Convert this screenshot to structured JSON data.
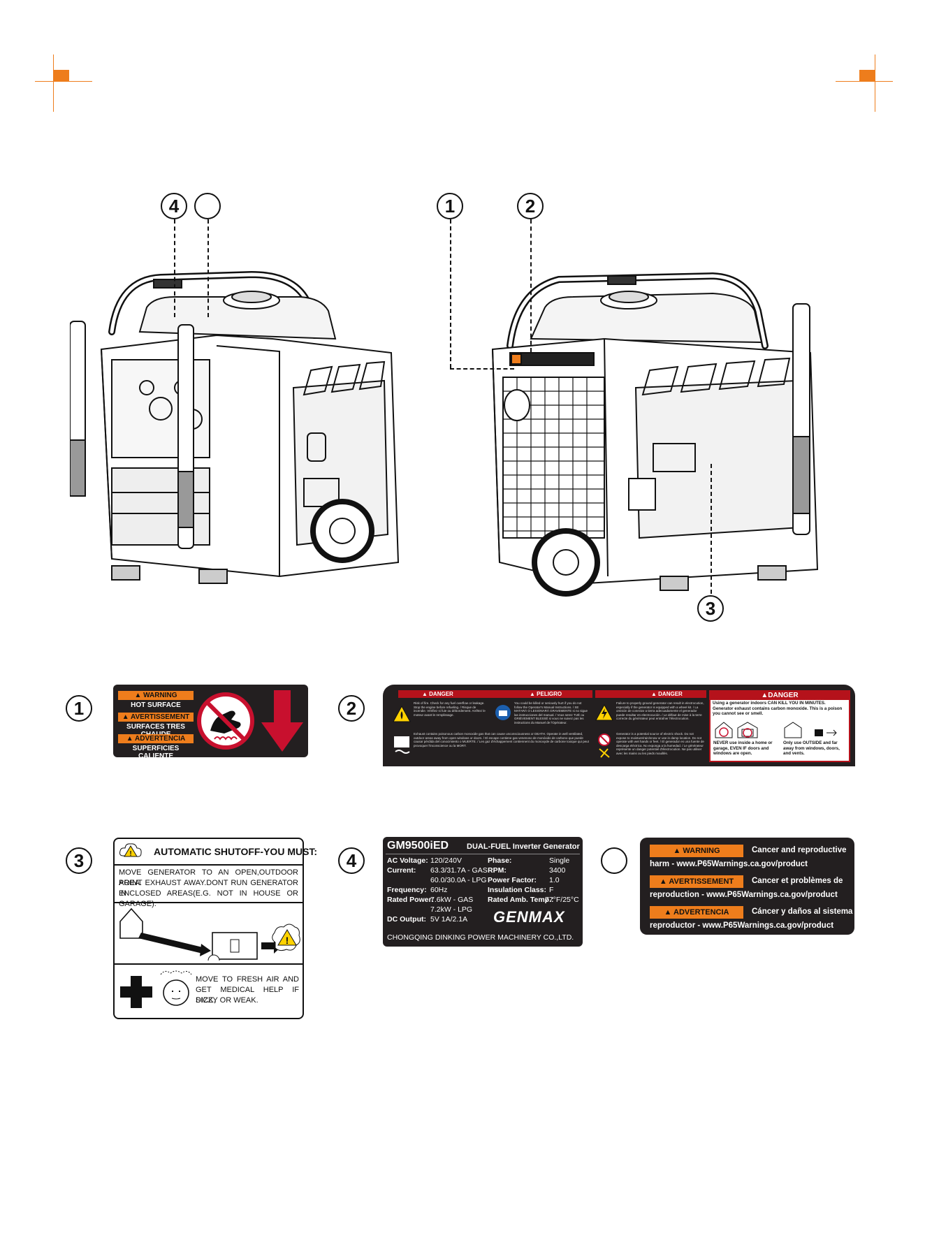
{
  "callouts": {
    "top_left_4": "4",
    "top_left_blank": "",
    "top_right_1": "1",
    "top_right_2": "2",
    "bottom_3": "3",
    "label1": "1",
    "label2": "2",
    "label3": "3",
    "label4": "4",
    "label5": ""
  },
  "label1": {
    "warning": "WARNING",
    "hot_surface": "HOT SURFACE",
    "avertissement": "AVERTISSEMENT",
    "surfaces": "SURFACES TRES CHAUDE",
    "advertencia": "ADVERTENCIA",
    "superficies": "SUPERFICIES CALIENTE"
  },
  "label2": {
    "danger_1": "DANGER",
    "peligro": "PELIGRO",
    "danger_2": "DANGER",
    "box_title": "DANGER",
    "box_line1": "Using a generator indoors CAN KILL YOU IN MINUTES.",
    "box_line2": "Generator exhaust contains carbon monoxide. This is a poison you cannot see or smell.",
    "never": "NEVER use inside a home or garage, EVEN IF doors and windows are open.",
    "only": "Only use OUTSIDE and far away from windows, doors, and vents.",
    "fire_text": "Risk of fire. Check for any fuel overflow or leakage. Stop the engine before refueling. / Risque de incendie. Vérifiez si fuie ou débordement. Arrêtez le moteur avant le remplissage.",
    "manual_text": "You could be killed or seriously hurt if you do not follow the Operator's Manual Instructions. / SE MATARÁ O LESIONARÁ GRAVEMENTE si no sigue las instrucciones del manual. / Vous serez TUÉ ou GRIÈVEMENT BLESSÉ si vous ne suivez pas les instructions du Manuel de l'Opérateur.",
    "ground_text": "Failure to properly ground generator can result in electrocution, especially if the generator is equipped with a wheel kit. / La omisión de conectar a tierra adecuadamente el generador puede resultar en electrocución. / Le défaut de mise à la terre correcte du générateur peut entraîner l'électrocution.",
    "exhaust_text": "Exhaust contains poisonous carbon monoxide gas that can cause unconsciousness or DEATH. Operate in well ventilated, outdoor areas away from open windows or doors. / El escape contiene gas venenoso de monóxido de carbono que puede causar pérdida del conocimiento o MUERTE. / Les gaz d'échappement contiennent du monoxyde de carbone toxique qui peut provoquer l'inconscience ou la MORT.",
    "shock_text": "Generator is a potential source of electric shock. Do not expose to moisture/rain/snow or use in damp location. Do not operate with wet hands or feet. / El generador es una fuente de descarga eléctrica. No exponga a la humedad. / Le générateur représente un danger potentiel d'électrocution. Ne pas utiliser avec les mains ou les pieds mouillés."
  },
  "label3": {
    "title": "AUTOMATIC SHUTOFF-YOU MUST:",
    "line1": "MOVE GENERATOR TO AN OPEN,OUTDOOR AREA.",
    "line2": "POINT EXHAUST AWAY.DONT RUN GENERATOR IN",
    "line3": "ENCLOSED AREAS(E.G. NOT IN HOUSE OR GARAGE).",
    "line4": "MOVE TO FRESH AIR AND",
    "line5": "GET MEDICAL HELP IF SICK,",
    "line6": "DIZZY OR WEAK."
  },
  "label4": {
    "model": "GM9500iED",
    "subtitle": "DUAL-FUEL Inverter Generator",
    "k_ac_voltage": "AC Voltage:",
    "v_ac_voltage": "120/240V",
    "k_current": "Current:",
    "v_current": "63.3/31.7A - GAS",
    "v_current2": "60.0/30.0A - LPG",
    "k_frequency": "Frequency:",
    "v_frequency": "60Hz",
    "k_rated_power": "Rated Power:",
    "v_rated_power": "7.6kW - GAS",
    "v_rated_power2": "7.2kW - LPG",
    "k_dc_output": "DC Output:",
    "v_dc_output": "5V 1A/2.1A",
    "k_phase": "Phase:",
    "v_phase": "Single",
    "k_rpm": "RPM:",
    "v_rpm": "3400",
    "k_power_factor": "Power Factor:",
    "v_power_factor": "1.0",
    "k_insulation": "Insulation Class:",
    "v_insulation": "F",
    "k_rated_amb": "Rated Amb. Temp.:",
    "v_rated_amb": "77°F/25°C",
    "brand": "GENMAX",
    "manufacturer": "CHONGQING DINKING POWER MACHINERY CO.,LTD."
  },
  "label5": {
    "warning": "WARNING",
    "warn_text": "Cancer and reproductive",
    "warn_line2": "harm - www.P65Warnings.ca.gov/product",
    "avertissement": "AVERTISSEMENT",
    "avert_text": "Cancer et problèmes de",
    "avert_line2": "reproduction - www.P65Warnings.ca.gov/product",
    "advertencia": "ADVERTENCIA",
    "adv_text": "Cáncer y daños al sistema",
    "adv_line2": "reproductor - www.P65Warnings.ca.gov/product"
  },
  "colors": {
    "accent": "#ee7d1c",
    "label_bg": "#231f20",
    "danger_red": "#b5121b"
  }
}
